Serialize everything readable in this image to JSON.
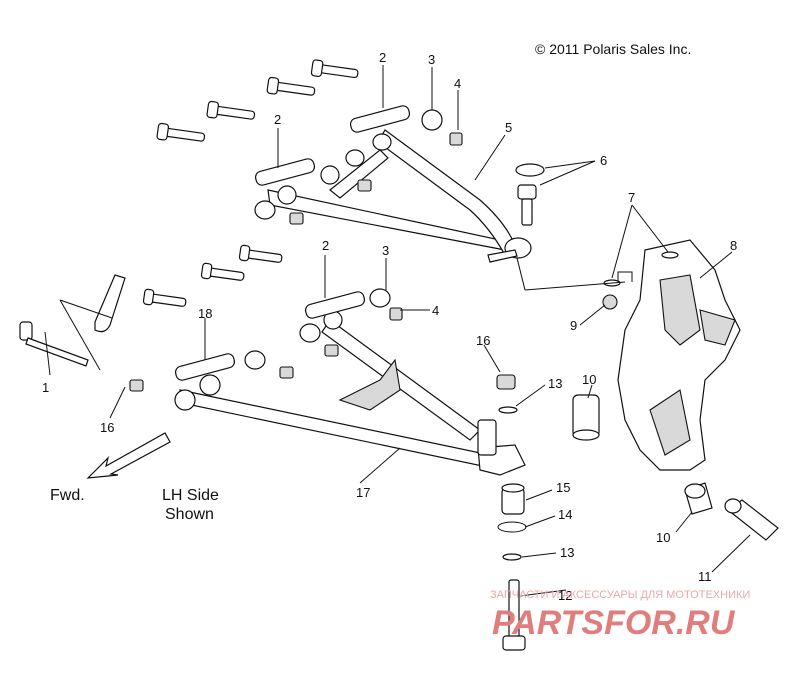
{
  "copyright": "© 2011 Polaris Sales Inc.",
  "direction_label": "Fwd.",
  "side_note": {
    "line1": "LH Side",
    "line2": "Shown"
  },
  "callouts": [
    "1",
    "2",
    "3",
    "4",
    "5",
    "6",
    "7",
    "8",
    "9",
    "10",
    "11",
    "12",
    "13",
    "14",
    "15",
    "16",
    "17",
    "18"
  ],
  "watermark": {
    "caption": "ЗАПЧАСТИ И АКСЕССУАРЫ ДЛЯ МОТОТЕХНИКИ",
    "logo": "PARTSFOR.RU"
  }
}
